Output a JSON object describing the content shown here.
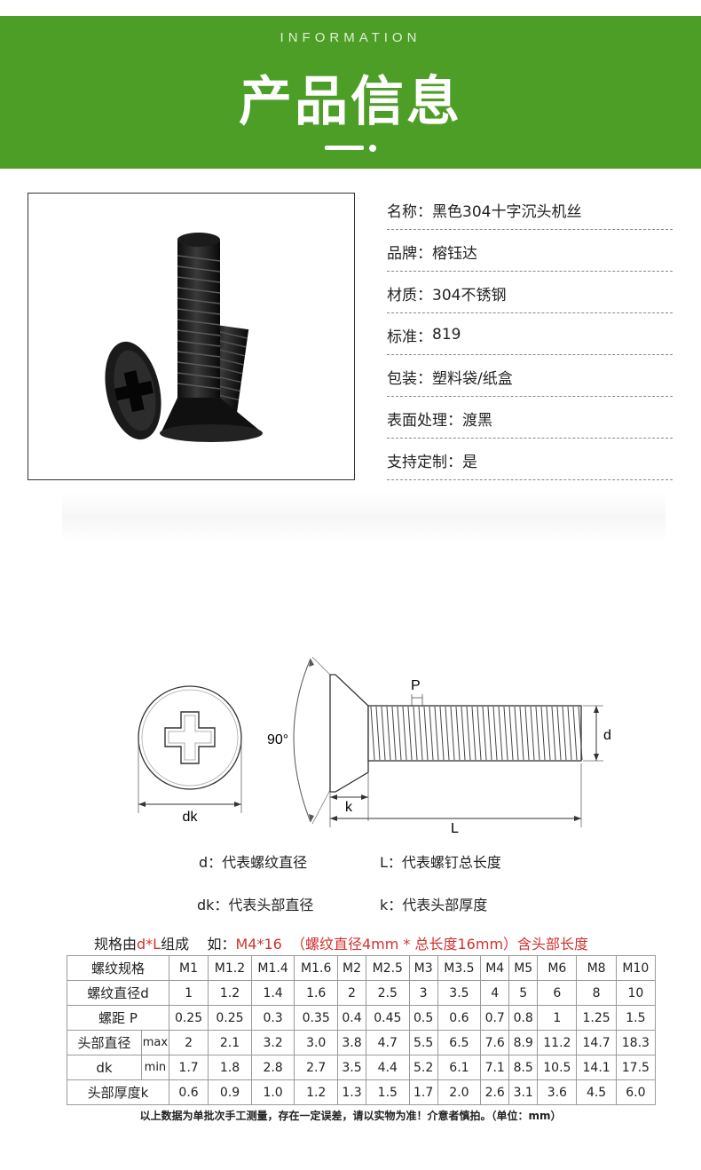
{
  "banner": {
    "subtitle": "INFORMATION",
    "title": "产品信息"
  },
  "product_info": [
    {
      "label": "名称：",
      "value": "黑色304十字沉头机丝"
    },
    {
      "label": "品牌：",
      "value": "榕钰达"
    },
    {
      "label": "材质：",
      "value": "304不锈钢"
    },
    {
      "label": "标准：",
      "value": "819"
    },
    {
      "label": "包装：",
      "value": "塑料袋/纸盒"
    },
    {
      "label": "表面处理：",
      "value": "渡黑"
    },
    {
      "label": "支持定制：",
      "value": "是"
    }
  ],
  "diagram": {
    "labels": {
      "angle": "90°",
      "pitch": "P",
      "diameter": "d",
      "head_diameter": "dk",
      "head_thickness": "k",
      "length": "L"
    },
    "legend": {
      "d": "d：代表螺纹直径",
      "L": "L：代表螺钉总长度",
      "dk": "dk：代表头部直径",
      "k": "k：代表头部厚度"
    }
  },
  "spec_intro": {
    "prefix": "规格由",
    "formula": "d*L",
    "suffix": "组成    如：",
    "example": "M4*16  （螺纹直径4mm * 总长度16mm）含头部长度"
  },
  "spec_table": {
    "headers": [
      "螺纹规格",
      "M1",
      "M1.2",
      "M1.4",
      "M1.6",
      "M2",
      "M2.5",
      "M3",
      "M3.5",
      "M4",
      "M5",
      "M6",
      "M8",
      "M10"
    ],
    "rows": [
      {
        "label": "螺纹直径d",
        "values": [
          "1",
          "1.2",
          "1.4",
          "1.6",
          "2",
          "2.5",
          "3",
          "3.5",
          "4",
          "5",
          "6",
          "8",
          "10"
        ]
      },
      {
        "label": "螺距 P",
        "values": [
          "0.25",
          "0.25",
          "0.3",
          "0.35",
          "0.4",
          "0.45",
          "0.5",
          "0.6",
          "0.7",
          "0.8",
          "1",
          "1.25",
          "1.5"
        ]
      },
      {
        "label": "头部直径",
        "sublabel": "max",
        "values": [
          "2",
          "2.1",
          "3.2",
          "3.0",
          "3.8",
          "4.7",
          "5.5",
          "6.5",
          "7.6",
          "8.9",
          "11.2",
          "14.7",
          "18.3"
        ]
      },
      {
        "label": "dk",
        "sublabel": "min",
        "values": [
          "1.7",
          "1.8",
          "2.8",
          "2.7",
          "3.5",
          "4.4",
          "5.2",
          "6.1",
          "7.1",
          "8.5",
          "10.5",
          "14.1",
          "17.5"
        ]
      },
      {
        "label": "头部厚度k",
        "values": [
          "0.6",
          "0.9",
          "1.0",
          "1.2",
          "1.3",
          "1.5",
          "1.7",
          "2.0",
          "2.6",
          "3.1",
          "3.6",
          "4.5",
          "6.0"
        ]
      }
    ]
  },
  "note": "以上数据为单批次手工测量，存在一定误差，请以实物为准！介意者慎拍。（单位：mm）"
}
